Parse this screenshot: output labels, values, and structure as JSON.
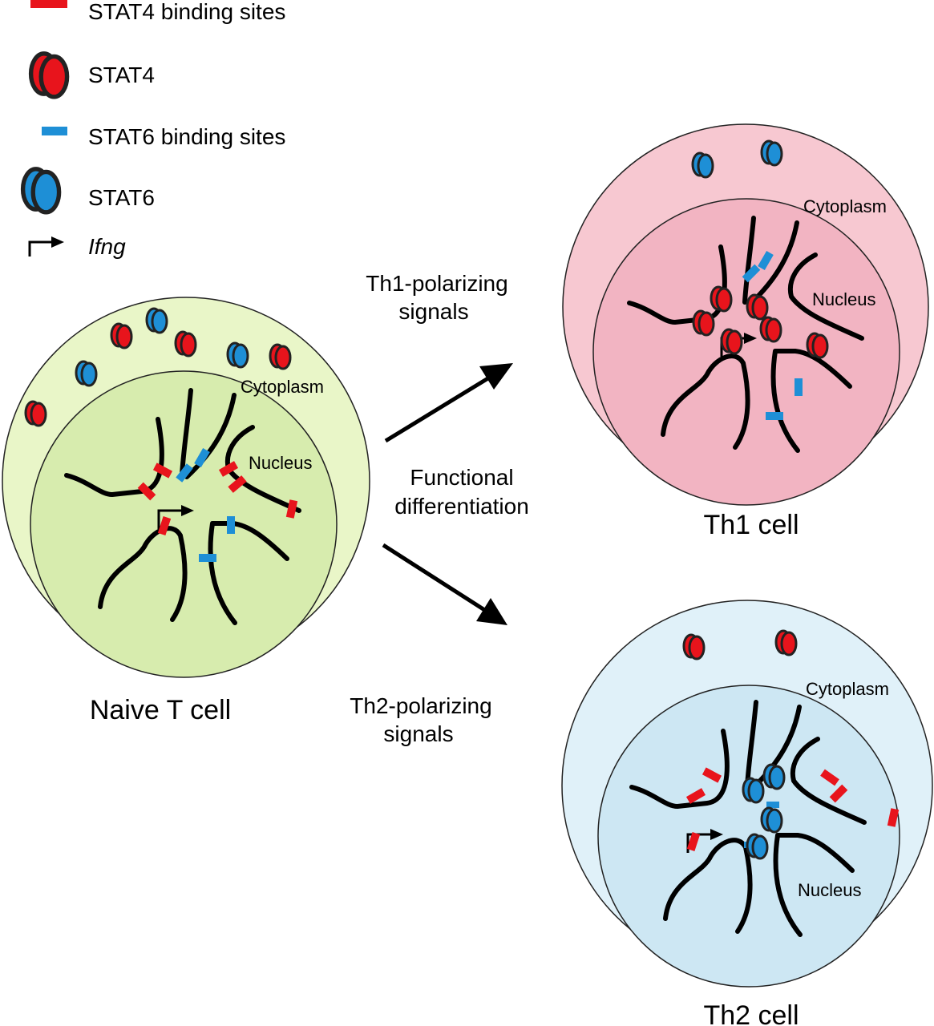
{
  "legend": {
    "stat4_sites": "STAT4 binding sites",
    "stat4": "STAT4",
    "stat6_sites": "STAT6 binding sites",
    "stat6": "STAT6",
    "ifng": "Ifng"
  },
  "arrows": {
    "th1_line1": "Th1-polarizing",
    "th1_line2": "signals",
    "center_line1": "Functional",
    "center_line2": "differentiation",
    "th2_line1": "Th2-polarizing",
    "th2_line2": "signals"
  },
  "cells": {
    "naive": {
      "title": "Naive T cell",
      "cytoplasm": "Cytoplasm",
      "nucleus": "Nucleus"
    },
    "th1": {
      "title": "Th1 cell",
      "cytoplasm": "Cytoplasm",
      "nucleus": "Nucleus"
    },
    "th2": {
      "title": "Th2 cell",
      "cytoplasm": "Cytoplasm",
      "nucleus": "Nucleus"
    }
  },
  "colors": {
    "stat4": "#e8141c",
    "stat6": "#1e8fd6",
    "naive_cytoplasm": "#e9f6c8",
    "naive_nucleus": "#d7ecae",
    "th1_cytoplasm": "#f7c8d1",
    "th1_nucleus": "#f2b4c2",
    "th2_cytoplasm": "#e0f1f9",
    "th2_nucleus": "#cde7f3"
  }
}
